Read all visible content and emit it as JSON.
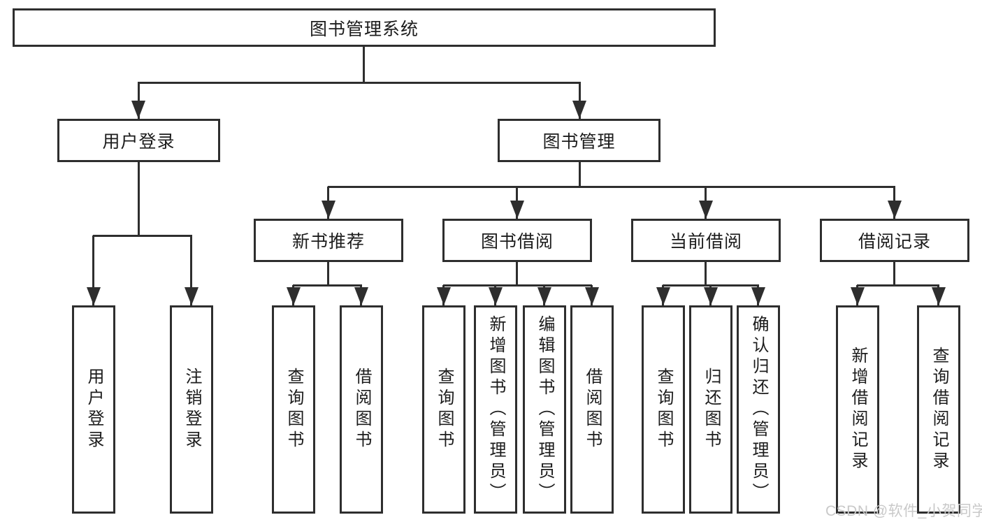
{
  "colors": {
    "background": "#ffffff",
    "line": "#2e2e2e",
    "text": "#1c1c1c",
    "watermark": "#c9c9c9"
  },
  "watermark": "CSDN @软件_小贺同学",
  "tree": {
    "root": {
      "label": "图书管理系统"
    },
    "branches": [
      {
        "label": "用户登录",
        "children": [
          {
            "label": "用户登录"
          },
          {
            "label": "注销登录"
          }
        ]
      },
      {
        "label": "图书管理",
        "children": [
          {
            "label": "新书推荐",
            "children": [
              {
                "label": "查询图书"
              },
              {
                "label": "借阅图书"
              }
            ]
          },
          {
            "label": "图书借阅",
            "children": [
              {
                "label": "查询图书"
              },
              {
                "label": "新增图书（管理员）"
              },
              {
                "label": "编辑图书（管理员）"
              },
              {
                "label": "借阅图书"
              }
            ]
          },
          {
            "label": "当前借阅",
            "children": [
              {
                "label": "查询图书"
              },
              {
                "label": "归还图书"
              },
              {
                "label": "确认归还（管理员）"
              }
            ]
          },
          {
            "label": "借阅记录",
            "children": [
              {
                "label": "新增借阅记录"
              },
              {
                "label": "查询借阅记录"
              }
            ]
          }
        ]
      }
    ]
  }
}
